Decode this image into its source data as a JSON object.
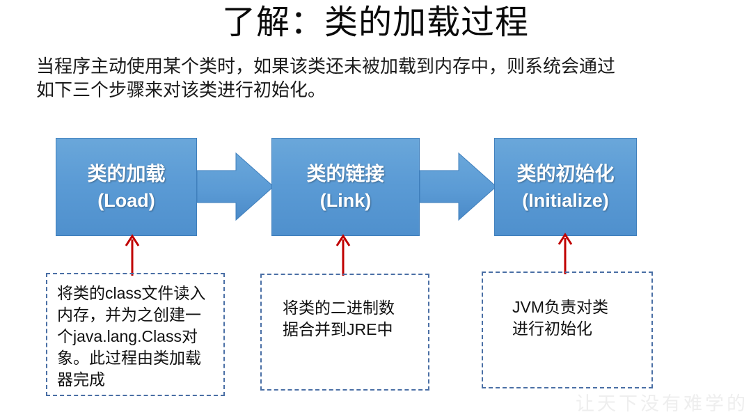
{
  "slide": {
    "title": "了解：类的加载过程",
    "intro_lines": [
      "当程序主动使用某个类时，如果该类还未被加载到内存中，则系统会通过",
      "如下三个步骤来对该类进行初始化。"
    ],
    "watermark": "让天下没有难学的"
  },
  "colors": {
    "box_fill": "#5b9bd5",
    "box_border": "#3f7fbc",
    "arrow_blue": "#5b9bd5",
    "callout_arrow_red": "#c00000",
    "note_border": "#4a6fa5",
    "title_text": "#0a0a0a",
    "box_text": "#ffffff",
    "watermark_text": "#eeeeee"
  },
  "stages": [
    {
      "id": "load",
      "cn": "类的加载",
      "en": "(Load)",
      "note_lines": [
        "将类的class文件读入",
        "内存，并为之创建一",
        "个java.lang.Class对",
        "象。此过程由类加载",
        "器完成"
      ]
    },
    {
      "id": "link",
      "cn": "类的链接",
      "en": "(Link)",
      "note_lines": [
        "将类的二进制数",
        "据合并到JRE中"
      ]
    },
    {
      "id": "initialize",
      "cn": "类的初始化",
      "en": "(Initialize)",
      "note_lines": [
        "JVM负责对类",
        "进行初始化"
      ]
    }
  ],
  "flow": {
    "connector_1_label": "arrow-load-to-link",
    "connector_2_label": "arrow-link-to-initialize"
  }
}
